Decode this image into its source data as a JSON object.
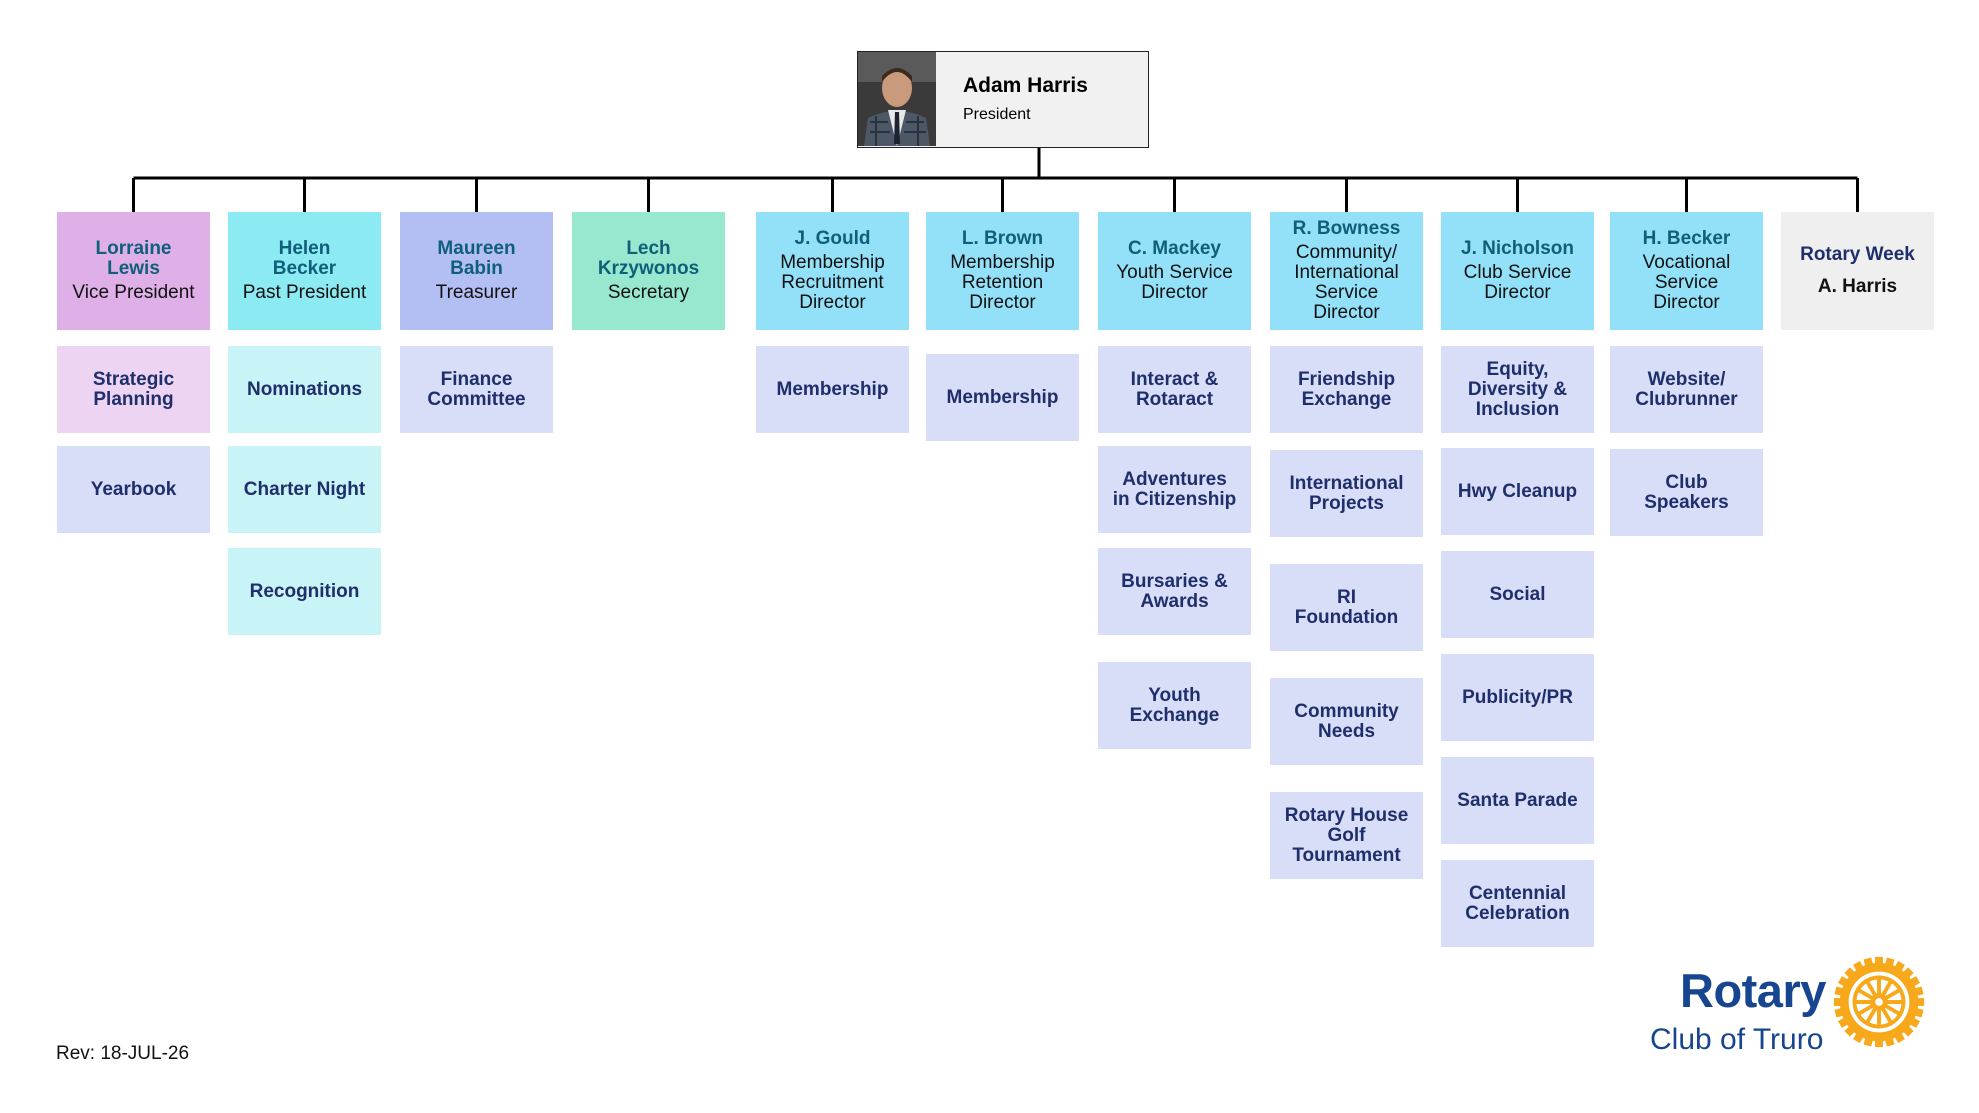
{
  "president": {
    "name": "Adam Harris",
    "role": "President"
  },
  "colors": {
    "vice_president": "#dfb0e8",
    "past_president": "#8beaf2",
    "treasurer": "#b3bff2",
    "secretary": "#98e8cf",
    "directors": "#92e1f8",
    "rotary_week": "#efefef",
    "committee": "#d8ddf8",
    "committee_vp": "#eed4f3",
    "committee_pp": "#c9f4f7",
    "connector": "#000000",
    "logo_blue": "#17458f",
    "logo_gold": "#f7a81b"
  },
  "officers": [
    {
      "name": "Lorraine\nLewis",
      "role": "Vice President",
      "committees": [
        "Strategic\nPlanning",
        "Yearbook"
      ]
    },
    {
      "name": "Helen\nBecker",
      "role": "Past President",
      "committees": [
        "Nominations",
        "Charter Night",
        "Recognition"
      ]
    },
    {
      "name": "Maureen\nBabin",
      "role": "Treasurer",
      "committees": [
        "Finance\nCommittee"
      ]
    },
    {
      "name": "Lech\nKrzywonos",
      "role": "Secretary",
      "committees": []
    },
    {
      "name": "J. Gould",
      "role": "Membership\nRecruitment\nDirector",
      "committees": [
        "Membership"
      ]
    },
    {
      "name": "L. Brown",
      "role": "Membership\nRetention\nDirector",
      "committees": [
        "Membership"
      ]
    },
    {
      "name": "C. Mackey",
      "role": "Youth Service\nDirector",
      "committees": [
        "Interact &\nRotaract",
        "Adventures\nin Citizenship",
        "Bursaries &\nAwards",
        "Youth\nExchange"
      ]
    },
    {
      "name": "R. Bowness",
      "role": "Community/\nInternational\nService\nDirector",
      "committees": [
        "Friendship\nExchange",
        "International\nProjects",
        "RI\nFoundation",
        "Community\nNeeds",
        "Rotary House\nGolf\nTournament"
      ]
    },
    {
      "name": "J. Nicholson",
      "role": "Club Service\nDirector",
      "committees": [
        "Equity,\nDiversity &\nInclusion",
        "Hwy Cleanup",
        "Social",
        "Publicity/PR",
        "Santa Parade",
        "Centennial\nCelebration"
      ]
    },
    {
      "name": "H. Becker",
      "role": "Vocational\nService\nDirector",
      "committees": [
        "Website/\nClubrunner",
        "Club\nSpeakers"
      ]
    },
    {
      "name": "Rotary Week",
      "role": "A. Harris",
      "committees": []
    }
  ],
  "revision": "Rev: 18-JUL-26",
  "logo": {
    "word": "Rotary",
    "club": "Club of Truro",
    "icon": "rotary-wheel-icon"
  }
}
